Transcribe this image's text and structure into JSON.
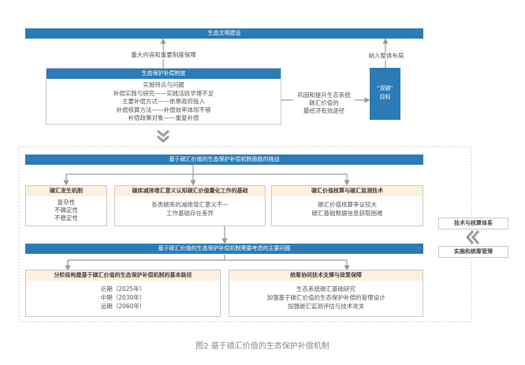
{
  "top_bar": "生态文明建设",
  "label_left_up": "重大内容和重要制度保障",
  "label_right_up": "纳入整体布局",
  "system_box": {
    "title": "生态保护补偿制度",
    "lines": [
      "实施特点与问题",
      "补偿实践与研究——实践活跃学理不足",
      "主要补偿方式——依靠政府投入",
      "补偿核算方法——补偿效率体现不够",
      "补偿政策对象——重复补偿"
    ]
  },
  "arrow_label": [
    "巩固和提升生态系统",
    "碳汇价值的",
    "最经济有效途径"
  ],
  "goal_box": [
    "“双碳”",
    "目标"
  ],
  "challenge_bar": "基于碳汇价值的生态保护补偿机制面临的挑战",
  "challenges": [
    {
      "title": "碳汇发生机制",
      "lines": [
        "复杂性",
        "不确定性",
        "不稳定性"
      ]
    },
    {
      "title": "碳库减排增汇意义认知碳汇价值量化工作的基础",
      "lines": [
        "各类碳库的减排增汇意义不一",
        "工作基础存在差异"
      ]
    },
    {
      "title": "碳汇价值核算与碳汇监测技术",
      "lines": [
        "碳汇价值核算争议较大",
        "碳汇基础数据信息获取困难"
      ]
    }
  ],
  "issues_bar": "基于碳汇价值的生态保护补偿机制需要考虑的主要问题",
  "issues": [
    {
      "title": "分阶段构建基于碳汇价值的生态保护补偿机制的基本路径",
      "lines": [
        "近期（2025年）",
        "中期（2030年）",
        "远期（2060年）"
      ]
    },
    {
      "title": "统筹协同技术支撑与政策保障",
      "lines": [
        "生态系统碳汇基础研究",
        "加强基于碳汇价值的生态保护补偿的管理设计",
        "加强碳汇监测评估与技术攻关"
      ]
    }
  ],
  "side": {
    "tech": "技术与核算体系",
    "impl": "实施和统筹管理"
  },
  "caption": "图2 基于碳汇价值的生态保护补偿机制"
}
